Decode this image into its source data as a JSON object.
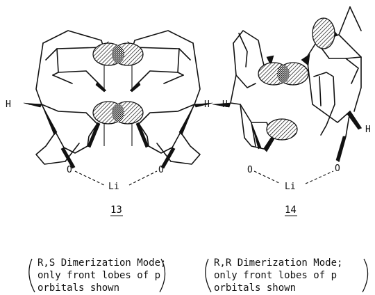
{
  "left": {
    "compound_number": "13",
    "h_left": "H",
    "h_right": "H",
    "o_left": "O",
    "o_right": "O",
    "li": "Li",
    "caption": [
      "R,S Dimerization Mode;",
      "only front lobes of p",
      "orbitals shown"
    ]
  },
  "right": {
    "compound_number": "14",
    "h_left": "H",
    "h_right": "H",
    "o_left": "O",
    "o_right": "O",
    "li": "Li",
    "caption": [
      "R,R Dimerization Mode;",
      "only front lobes of p",
      "orbitals shown"
    ]
  }
}
